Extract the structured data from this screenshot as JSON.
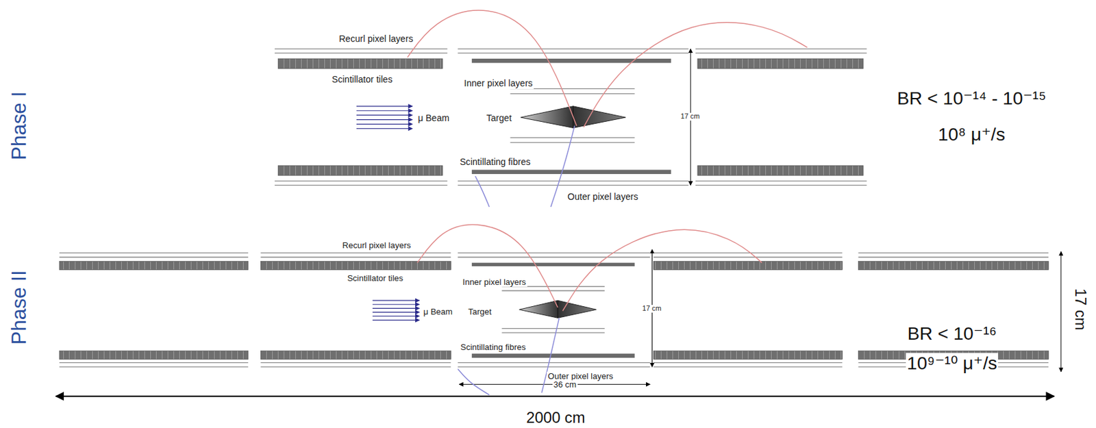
{
  "diagram": {
    "labels": [
      "Phase I",
      "Recurl pixel layers",
      "Scintillator tiles",
      "Inner pixel layers",
      "μ Beam",
      "Target",
      "17 cm",
      "Scintillating fibres",
      "Outer pixel layers",
      "BR < 10⁻¹⁴ - 10⁻¹⁵",
      "10⁸ μ⁺/s",
      "Phase II",
      "Recurl pixel layers",
      "Scintillator tiles",
      "Inner pixel layers",
      "μ Beam",
      "Target",
      "17 cm",
      "Scintillating fibres",
      "Outer pixel layers",
      "36 cm",
      "BR < 10⁻¹⁶",
      "10⁹⁻¹⁰ μ⁺/s",
      "17 cm",
      "2000 cm"
    ]
  }
}
